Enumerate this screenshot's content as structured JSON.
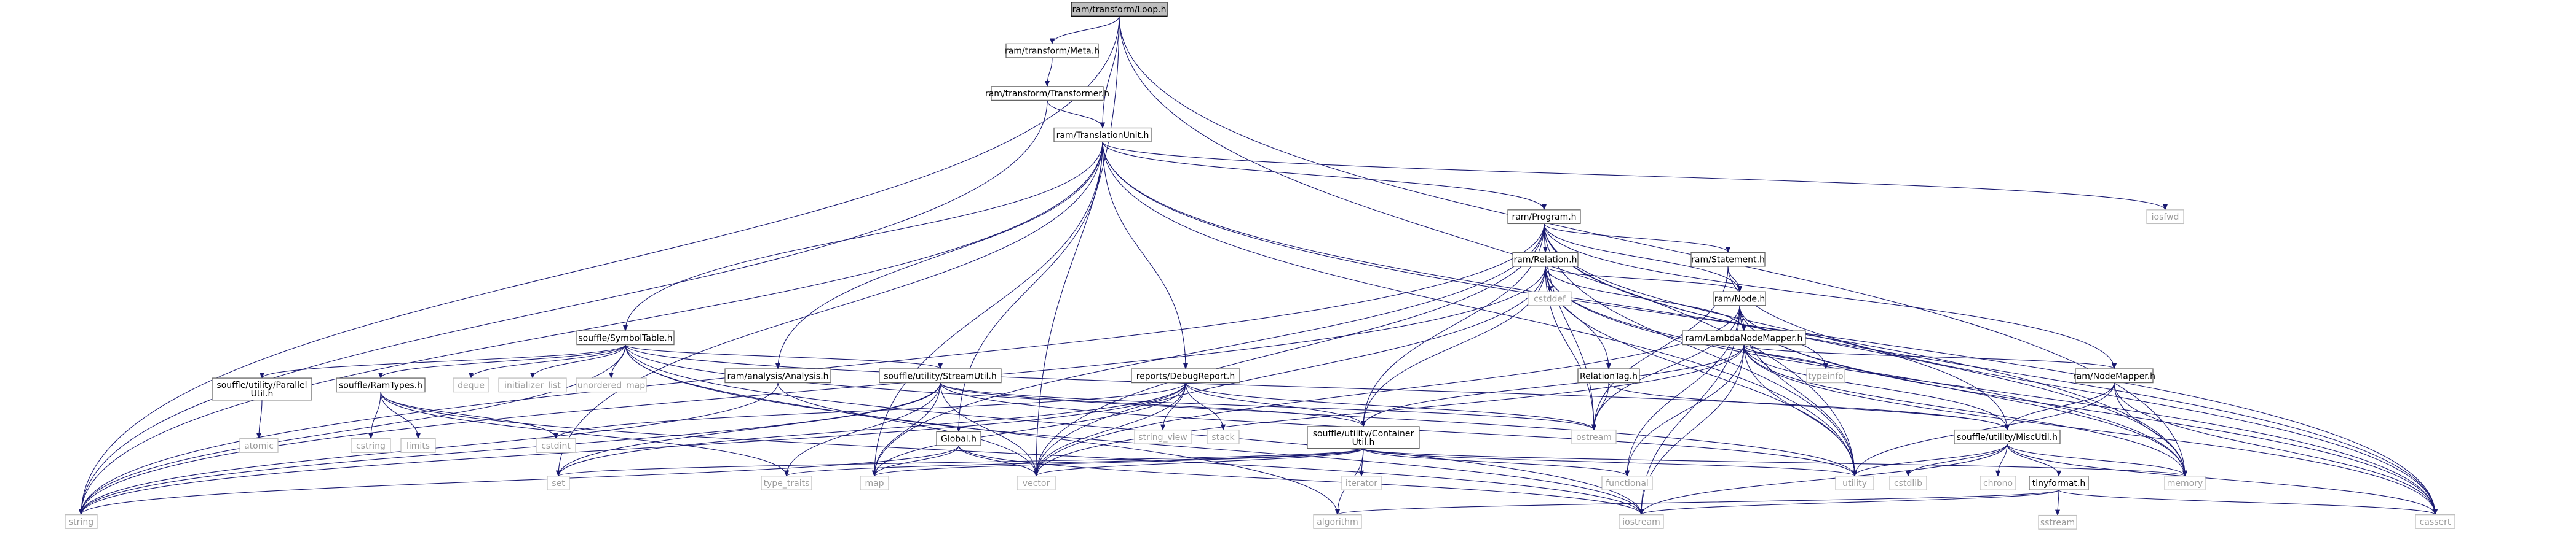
{
  "diagram": {
    "type": "include-dependency-graph",
    "nodes": [
      {
        "id": "loop",
        "label": "ram/transform/Loop.h",
        "kind": "root"
      },
      {
        "id": "meta",
        "label": "ram/transform/Meta.h",
        "kind": "file"
      },
      {
        "id": "transformer",
        "label": "ram/transform/Transformer.h",
        "kind": "file"
      },
      {
        "id": "tu",
        "label": "ram/TranslationUnit.h",
        "kind": "file"
      },
      {
        "id": "program",
        "label": "ram/Program.h",
        "kind": "file"
      },
      {
        "id": "iosfwd",
        "label": "iosfwd",
        "kind": "system"
      },
      {
        "id": "relation",
        "label": "ram/Relation.h",
        "kind": "file"
      },
      {
        "id": "statement",
        "label": "ram/Statement.h",
        "kind": "file"
      },
      {
        "id": "cstddef",
        "label": "cstddef",
        "kind": "system"
      },
      {
        "id": "node",
        "label": "ram/Node.h",
        "kind": "file"
      },
      {
        "id": "lambda",
        "label": "ram/LambdaNodeMapper.h",
        "kind": "file"
      },
      {
        "id": "symtab",
        "label": "souffle/SymbolTable.h",
        "kind": "file"
      },
      {
        "id": "analysis",
        "label": "ram/analysis/Analysis.h",
        "kind": "file"
      },
      {
        "id": "streamutil",
        "label": "souffle/utility/StreamUtil.h",
        "kind": "file"
      },
      {
        "id": "debugreport",
        "label": "reports/DebugReport.h",
        "kind": "file"
      },
      {
        "id": "relationtag",
        "label": "RelationTag.h",
        "kind": "file"
      },
      {
        "id": "typeinfo",
        "label": "typeinfo",
        "kind": "system"
      },
      {
        "id": "nodemapper",
        "label": "ram/NodeMapper.h",
        "kind": "file"
      },
      {
        "id": "parallel",
        "label": "souffle/utility/Parallel\nUtil.h",
        "kind": "file"
      },
      {
        "id": "ramtypes",
        "label": "souffle/RamTypes.h",
        "kind": "file"
      },
      {
        "id": "deque",
        "label": "deque",
        "kind": "system"
      },
      {
        "id": "initlist",
        "label": "initializer_list",
        "kind": "system"
      },
      {
        "id": "unmap",
        "label": "unordered_map",
        "kind": "system"
      },
      {
        "id": "global",
        "label": "Global.h",
        "kind": "file"
      },
      {
        "id": "stringview",
        "label": "string_view",
        "kind": "system"
      },
      {
        "id": "stack",
        "label": "stack",
        "kind": "system"
      },
      {
        "id": "container",
        "label": "souffle/utility/Container\nUtil.h",
        "kind": "file"
      },
      {
        "id": "ostream",
        "label": "ostream",
        "kind": "system"
      },
      {
        "id": "miscutil",
        "label": "souffle/utility/MiscUtil.h",
        "kind": "file"
      },
      {
        "id": "atomic",
        "label": "atomic",
        "kind": "system"
      },
      {
        "id": "cstring",
        "label": "cstring",
        "kind": "system"
      },
      {
        "id": "limits",
        "label": "limits",
        "kind": "system"
      },
      {
        "id": "cstdint",
        "label": "cstdint",
        "kind": "system"
      },
      {
        "id": "iterator",
        "label": "iterator",
        "kind": "system"
      },
      {
        "id": "set",
        "label": "set",
        "kind": "system"
      },
      {
        "id": "typetraits",
        "label": "type_traits",
        "kind": "system"
      },
      {
        "id": "map",
        "label": "map",
        "kind": "system"
      },
      {
        "id": "vector",
        "label": "vector",
        "kind": "system"
      },
      {
        "id": "functional",
        "label": "functional",
        "kind": "system"
      },
      {
        "id": "utility",
        "label": "utility",
        "kind": "system"
      },
      {
        "id": "cstdlib",
        "label": "cstdlib",
        "kind": "system"
      },
      {
        "id": "chrono",
        "label": "chrono",
        "kind": "system"
      },
      {
        "id": "memory",
        "label": "memory",
        "kind": "system"
      },
      {
        "id": "tinyformat",
        "label": "tinyformat.h",
        "kind": "file"
      },
      {
        "id": "sstream",
        "label": "sstream",
        "kind": "system"
      },
      {
        "id": "string",
        "label": "string",
        "kind": "system"
      },
      {
        "id": "algorithm",
        "label": "algorithm",
        "kind": "system"
      },
      {
        "id": "iostream",
        "label": "iostream",
        "kind": "system"
      },
      {
        "id": "cassert",
        "label": "cassert",
        "kind": "system"
      }
    ],
    "edges": [
      [
        "loop",
        "meta"
      ],
      [
        "loop",
        "tu"
      ],
      [
        "loop",
        "string"
      ],
      [
        "loop",
        "memory"
      ],
      [
        "loop",
        "utility"
      ],
      [
        "loop",
        "vector"
      ],
      [
        "meta",
        "transformer"
      ],
      [
        "transformer",
        "tu"
      ],
      [
        "transformer",
        "string"
      ],
      [
        "tu",
        "program"
      ],
      [
        "tu",
        "iosfwd"
      ],
      [
        "tu",
        "cassert"
      ],
      [
        "tu",
        "symtab"
      ],
      [
        "tu",
        "analysis"
      ],
      [
        "tu",
        "debugreport"
      ],
      [
        "tu",
        "global"
      ],
      [
        "tu",
        "set"
      ],
      [
        "tu",
        "map"
      ],
      [
        "tu",
        "string"
      ],
      [
        "tu",
        "memory"
      ],
      [
        "tu",
        "utility"
      ],
      [
        "program",
        "relation"
      ],
      [
        "program",
        "statement"
      ],
      [
        "program",
        "node"
      ],
      [
        "program",
        "nodemapper"
      ],
      [
        "program",
        "container"
      ],
      [
        "program",
        "miscutil"
      ],
      [
        "program",
        "ostream"
      ],
      [
        "program",
        "vector"
      ],
      [
        "program",
        "map"
      ],
      [
        "program",
        "string"
      ],
      [
        "program",
        "memory"
      ],
      [
        "program",
        "cassert"
      ],
      [
        "program",
        "utility"
      ],
      [
        "relation",
        "cstddef"
      ],
      [
        "relation",
        "node"
      ],
      [
        "relation",
        "relationtag"
      ],
      [
        "relation",
        "container"
      ],
      [
        "relation",
        "ostream"
      ],
      [
        "relation",
        "vector"
      ],
      [
        "relation",
        "string"
      ],
      [
        "relation",
        "memory"
      ],
      [
        "relation",
        "cassert"
      ],
      [
        "relation",
        "utility"
      ],
      [
        "relation",
        "lambda"
      ],
      [
        "statement",
        "node"
      ],
      [
        "statement",
        "ostream"
      ],
      [
        "statement",
        "cassert"
      ],
      [
        "node",
        "lambda"
      ],
      [
        "node",
        "typeinfo"
      ],
      [
        "node",
        "functional"
      ],
      [
        "node",
        "vector"
      ],
      [
        "node",
        "ostream"
      ],
      [
        "node",
        "memory"
      ],
      [
        "node",
        "utility"
      ],
      [
        "node",
        "iostream"
      ],
      [
        "node",
        "cassert"
      ],
      [
        "lambda",
        "container"
      ],
      [
        "lambda",
        "miscutil"
      ],
      [
        "lambda",
        "nodemapper"
      ],
      [
        "lambda",
        "typeinfo"
      ],
      [
        "lambda",
        "functional"
      ],
      [
        "lambda",
        "vector"
      ],
      [
        "lambda",
        "utility"
      ],
      [
        "lambda",
        "memory"
      ],
      [
        "lambda",
        "iostream"
      ],
      [
        "lambda",
        "cassert"
      ],
      [
        "nodemapper",
        "miscutil"
      ],
      [
        "nodemapper",
        "memory"
      ],
      [
        "nodemapper",
        "cassert"
      ],
      [
        "nodemapper",
        "utility"
      ],
      [
        "relationtag",
        "ostream"
      ],
      [
        "relationtag",
        "miscutil"
      ],
      [
        "symtab",
        "parallel"
      ],
      [
        "symtab",
        "ramtypes"
      ],
      [
        "symtab",
        "streamutil"
      ],
      [
        "symtab",
        "miscutil"
      ],
      [
        "symtab",
        "deque"
      ],
      [
        "symtab",
        "initlist"
      ],
      [
        "symtab",
        "unmap"
      ],
      [
        "symtab",
        "string"
      ],
      [
        "symtab",
        "vector"
      ],
      [
        "symtab",
        "utility"
      ],
      [
        "symtab",
        "iostream"
      ],
      [
        "symtab",
        "algorithm"
      ],
      [
        "parallel",
        "atomic"
      ],
      [
        "ramtypes",
        "cstring"
      ],
      [
        "ramtypes",
        "limits"
      ],
      [
        "ramtypes",
        "cstdint"
      ],
      [
        "ramtypes",
        "type_traits_dummy"
      ],
      [
        "ramtypes",
        "typetraits"
      ],
      [
        "ramtypes",
        "iostream"
      ],
      [
        "analysis",
        "string"
      ],
      [
        "analysis",
        "iostream"
      ],
      [
        "streamutil",
        "container"
      ],
      [
        "streamutil",
        "map"
      ],
      [
        "streamutil",
        "set"
      ],
      [
        "streamutil",
        "vector"
      ],
      [
        "streamutil",
        "string"
      ],
      [
        "streamutil",
        "ostream"
      ],
      [
        "streamutil",
        "utility"
      ],
      [
        "streamutil",
        "typetraits"
      ],
      [
        "debugreport",
        "container"
      ],
      [
        "debugreport",
        "stringview"
      ],
      [
        "debugreport",
        "stack"
      ],
      [
        "debugreport",
        "cstdint"
      ],
      [
        "debugreport",
        "ostream"
      ],
      [
        "debugreport",
        "vector"
      ],
      [
        "debugreport",
        "string"
      ],
      [
        "debugreport",
        "map"
      ],
      [
        "debugreport",
        "set"
      ],
      [
        "global",
        "map"
      ],
      [
        "global",
        "string"
      ],
      [
        "global",
        "vector"
      ],
      [
        "global",
        "iostream"
      ],
      [
        "container",
        "iterator"
      ],
      [
        "container",
        "functional"
      ],
      [
        "container",
        "map"
      ],
      [
        "container",
        "set"
      ],
      [
        "container",
        "vector"
      ],
      [
        "container",
        "typetraits"
      ],
      [
        "container",
        "memory"
      ],
      [
        "container",
        "utility"
      ],
      [
        "container",
        "algorithm"
      ],
      [
        "miscutil",
        "cstdlib"
      ],
      [
        "miscutil",
        "chrono"
      ],
      [
        "miscutil",
        "memory"
      ],
      [
        "miscutil",
        "utility"
      ],
      [
        "miscutil",
        "tinyformat"
      ],
      [
        "miscutil",
        "iostream"
      ],
      [
        "miscutil",
        "cassert"
      ],
      [
        "tinyformat",
        "sstream"
      ],
      [
        "tinyformat",
        "iostream"
      ],
      [
        "tinyformat",
        "algorithm"
      ],
      [
        "tinyformat",
        "cassert"
      ]
    ]
  }
}
